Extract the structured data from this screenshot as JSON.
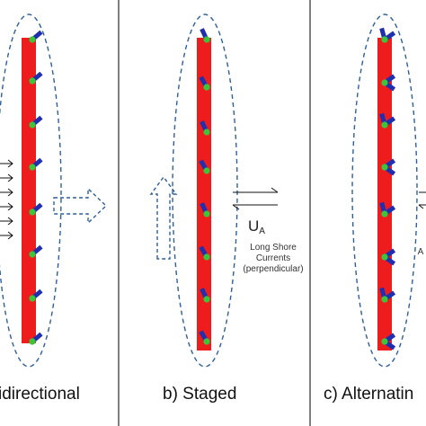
{
  "panels": [
    {
      "id": "a",
      "caption": "idirectional",
      "pattern": "unidirectional"
    },
    {
      "id": "b",
      "caption": "b) Staged",
      "pattern": "staged"
    },
    {
      "id": "c",
      "caption": "c) Alternatin",
      "pattern": "alternating"
    }
  ],
  "annotation": {
    "current_symbol": "U",
    "current_subscript": "A",
    "line1": "Long Shore",
    "line2": "Currents",
    "line3": "(perpendicular)",
    "clipped_fragment": "A"
  },
  "colors": {
    "bar": "#ee1c1c",
    "blade": "#1f2fb0",
    "hub": "#39c639",
    "dash": "#2f5f9a",
    "divider": "#555555"
  }
}
